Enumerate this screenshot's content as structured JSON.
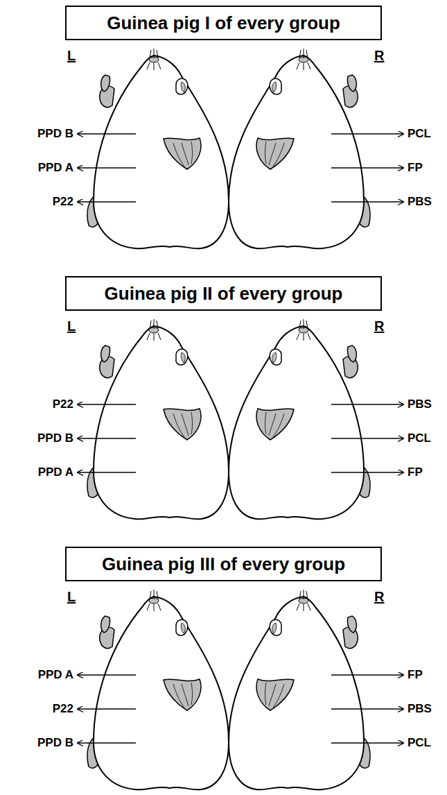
{
  "diagram": {
    "nodes": [
      {
        "text": [
          "Guinea pig I of every group"
        ]
      },
      {
        "text": [
          "Guinea pig II of every group"
        ]
      },
      {
        "text": [
          "Guinea pig III of every group"
        ]
      }
    ],
    "labels": [
      "L",
      "R",
      "PPD B",
      "PCL",
      "PPD A",
      "FP",
      "P22",
      "PBS",
      "L",
      "R",
      "P22",
      "PBS",
      "PPD B",
      "PCL",
      "PPD A",
      "FP",
      "L",
      "R",
      "PPD A",
      "FP",
      "P22",
      "PBS",
      "PPD B",
      "PCL"
    ]
  }
}
